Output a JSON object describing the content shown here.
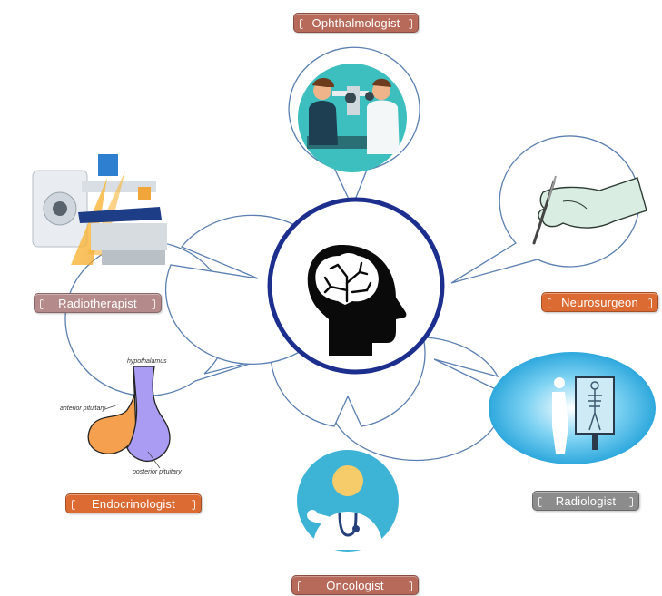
{
  "center": {
    "icon": "brain-head-icon",
    "ring_color": "#1c2f8f"
  },
  "specialists": [
    {
      "id": "ophthalmologist",
      "label": "Ophthalmologist",
      "color": "#b7695a",
      "icon": "eye-exam-icon"
    },
    {
      "id": "neurosurgeon",
      "label": "Neurosurgeon",
      "color": "#dc6a33",
      "icon": "gloved-hand-scalpel-icon"
    },
    {
      "id": "radiologist",
      "label": "Radiologist",
      "color": "#8c8c8c",
      "icon": "xray-viewer-icon"
    },
    {
      "id": "oncologist",
      "label": "Oncologist",
      "color": "#b7695a",
      "icon": "doctor-stethoscope-icon"
    },
    {
      "id": "endocrinologist",
      "label": "Endocrinologist",
      "color": "#dc6a33",
      "icon": "pituitary-gland-icon"
    },
    {
      "id": "radiotherapist",
      "label": "Radiotherapist",
      "color": "#b48a8a",
      "icon": "linear-accelerator-icon"
    }
  ],
  "pituitary": {
    "hypothalamus": "hypothalamus",
    "anterior": "anterior pituitary",
    "posterior": "posterior pituitary",
    "anterior_color": "#f5a04f",
    "posterior_color": "#a99cf2"
  },
  "bubble_stroke": "#5a7fb0"
}
